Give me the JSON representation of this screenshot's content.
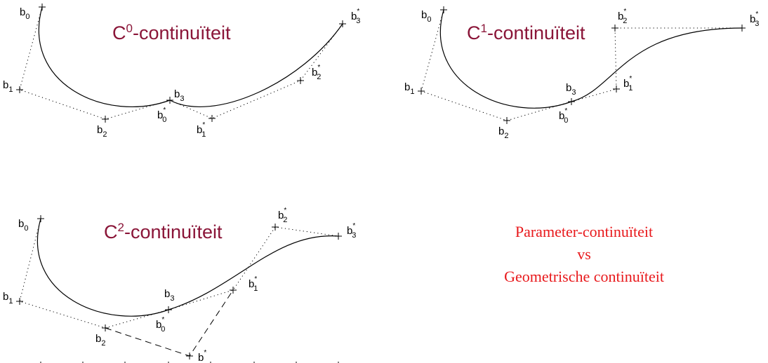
{
  "titles": {
    "c0": {
      "main": "C",
      "sup": "0",
      "rest": "-continuïteit"
    },
    "c1": {
      "main": "C",
      "sup": "1",
      "rest": "-continuïteit"
    },
    "c2": {
      "main": "C",
      "sup": "2",
      "rest": "-continuïteit"
    }
  },
  "labels": {
    "b": "b",
    "i0": "0",
    "i1": "1",
    "i2": "2",
    "i3": "3",
    "star": "*"
  },
  "note": {
    "line1": "Parameter-continuïteit",
    "line2": "vs",
    "line3": "Geometrische continuïteit"
  },
  "colors": {
    "title": "#8a1538",
    "note": "#e8191c"
  }
}
